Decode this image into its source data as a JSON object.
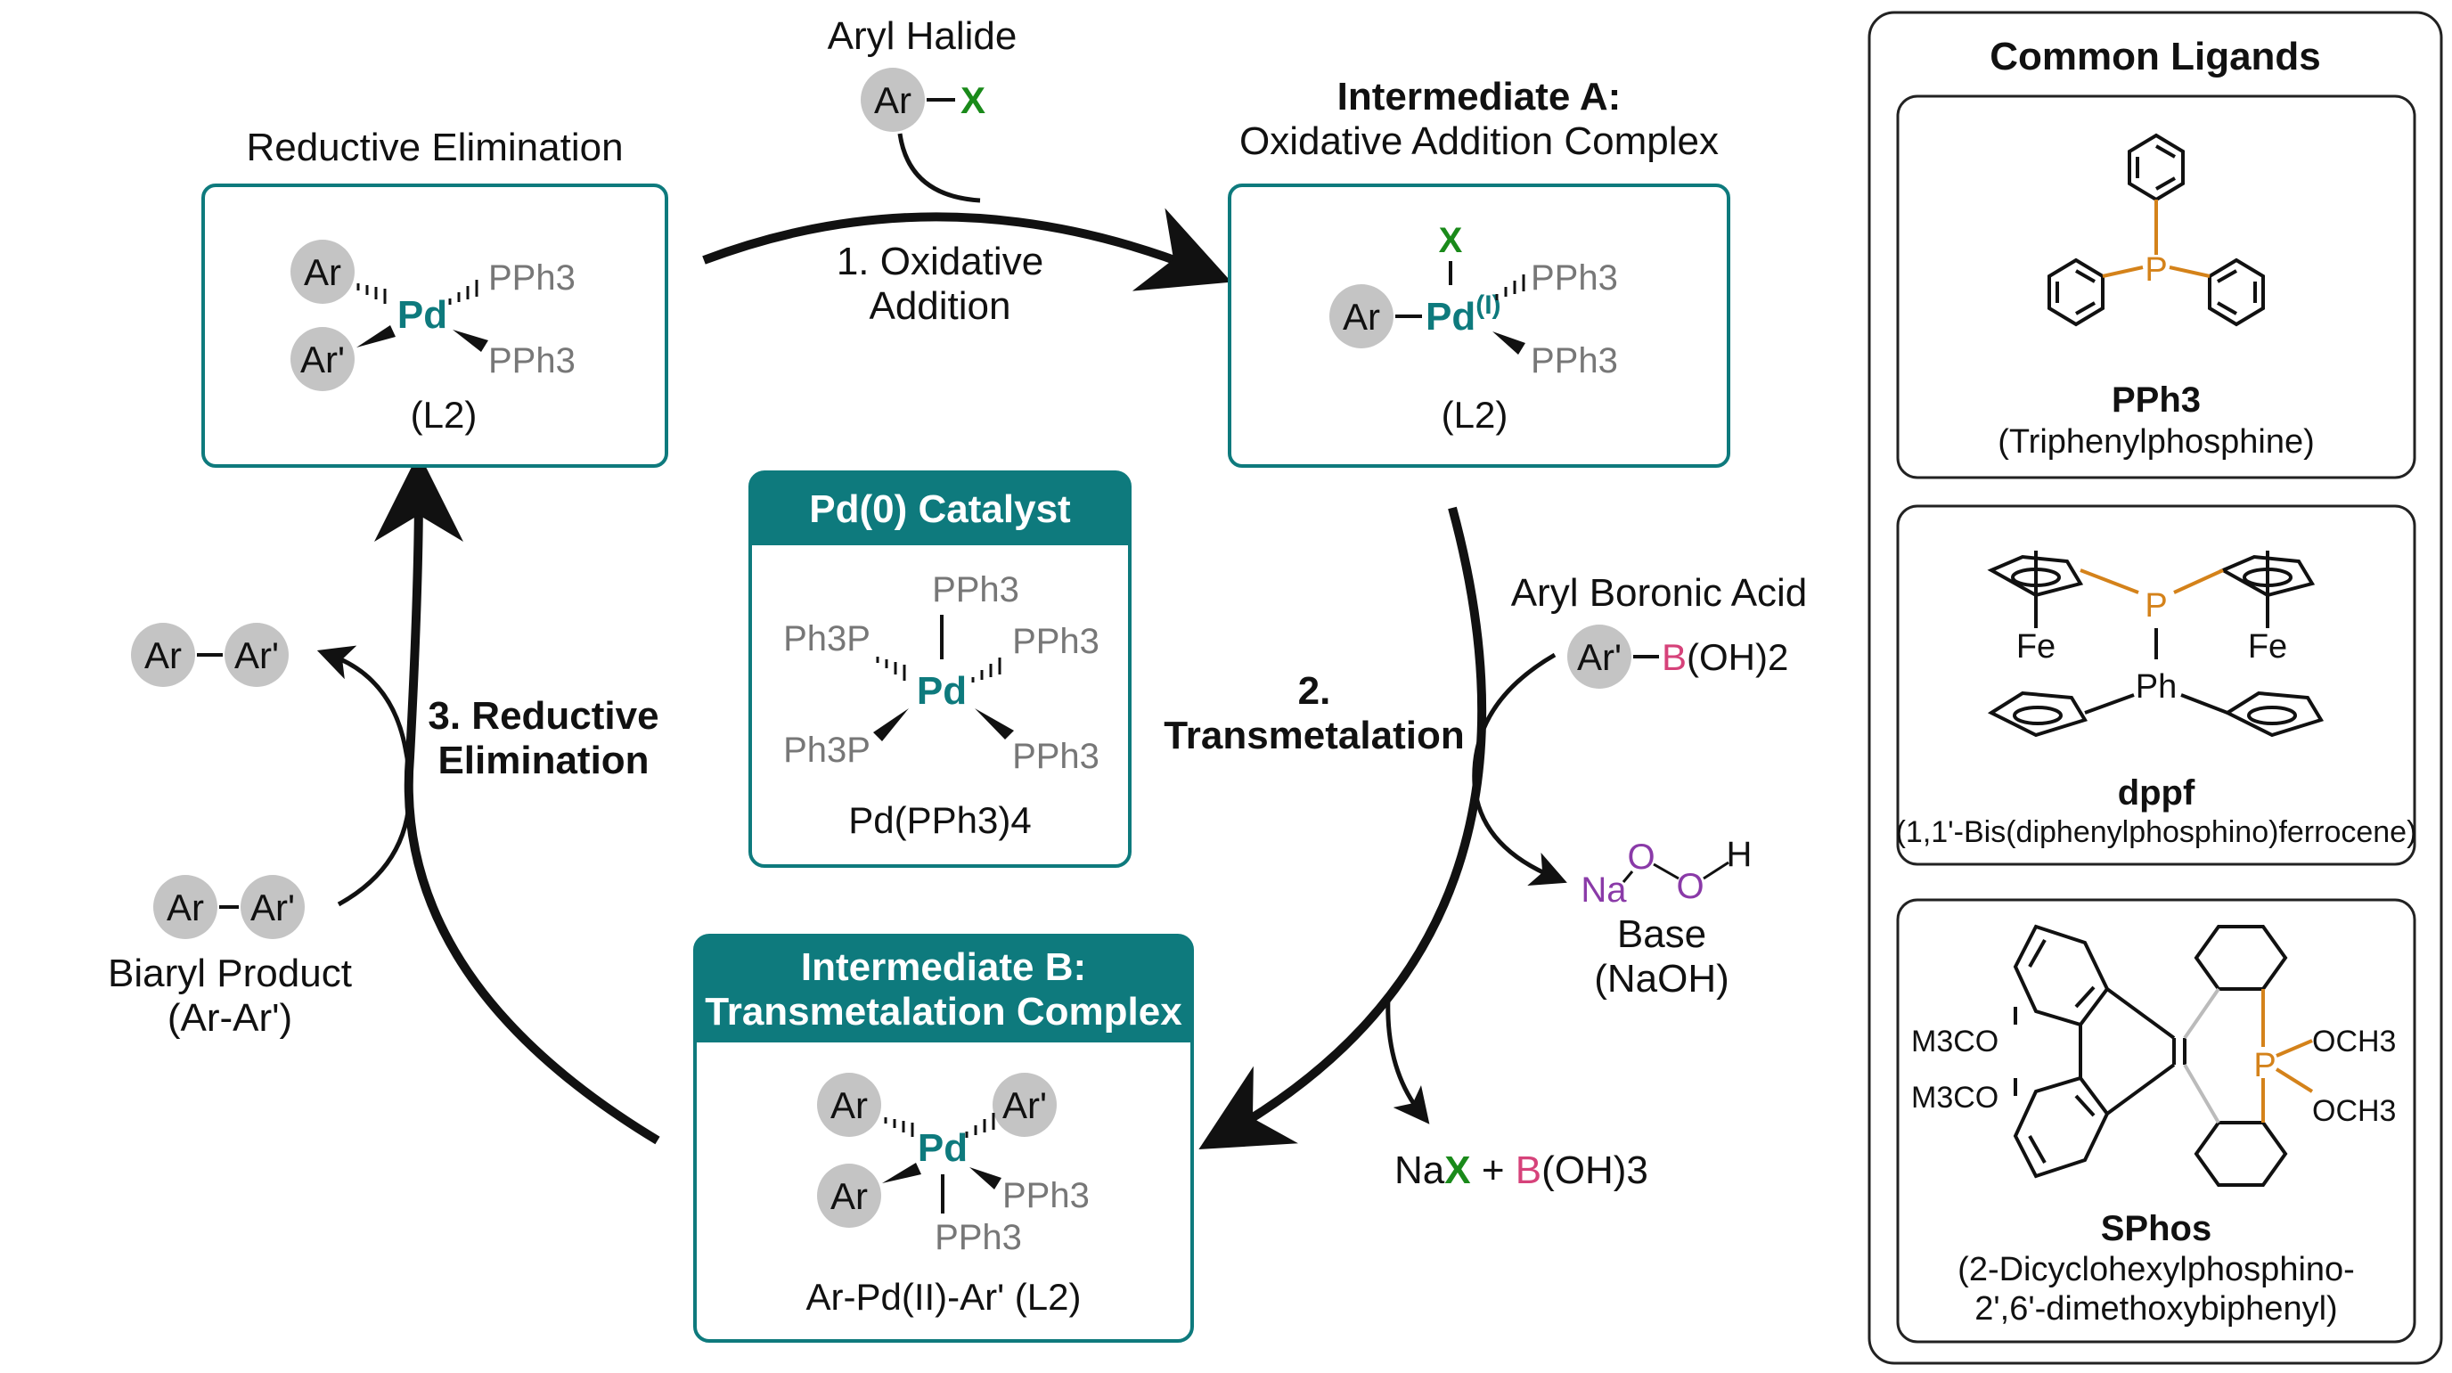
{
  "reductive_elimination_box": {
    "title": "Reductive Elimination",
    "ar": "Ar",
    "ar_prime": "Ar'",
    "metal": "Pd",
    "ligand1": "PPh3",
    "ligand2": "PPh3",
    "formula": "(L2)"
  },
  "aryl_halide": {
    "title": "Aryl Halide",
    "ar": "Ar",
    "x": "X"
  },
  "step1": {
    "line1": "1. Oxidative",
    "line2": "Addition"
  },
  "intermediate_a": {
    "title": "Intermediate A:",
    "subtitle": "Oxidative Addition Complex",
    "x": "X",
    "ar": "Ar",
    "metal": "Pd",
    "oxidation": "(I)",
    "ligand1": "PPh3",
    "ligand2": "PPh3",
    "formula": "(L2)"
  },
  "catalyst": {
    "header": "Pd(0) Catalyst",
    "metal": "Pd",
    "top": "PPh3",
    "upper_left": "Ph3P",
    "upper_right": "PPh3",
    "lower_left": "Ph3P",
    "lower_right": "PPh3",
    "formula": "Pd(PPh3)4"
  },
  "step2": {
    "line1": "2.",
    "line2": "Transmetalation"
  },
  "boronic_acid": {
    "title": "Aryl Boronic Acid",
    "ar_prime": "Ar'",
    "boron": "B",
    "rest": "(OH)2"
  },
  "base": {
    "na": "Na",
    "o1": "O",
    "o2": "O",
    "h": "H",
    "line1": "Base",
    "line2": "(NaOH)"
  },
  "byproduct": {
    "na": "Na",
    "x": "X",
    "plus": " + ",
    "boron": "B",
    "rest": "(OH)3"
  },
  "intermediate_b": {
    "header_line1": "Intermediate B:",
    "header_line2": "Transmetalation Complex",
    "ar1": "Ar",
    "ar2": "Ar",
    "ar_prime": "Ar'",
    "metal": "Pd",
    "ligand1": "PPh3",
    "ligand2": "PPh3",
    "formula": "Ar-Pd(II)-Ar' (L2)"
  },
  "step3": {
    "line1": "3. Reductive",
    "line2": "Elimination"
  },
  "product_top": {
    "ar": "Ar",
    "ar_prime": "Ar'"
  },
  "product": {
    "ar": "Ar",
    "ar_prime": "Ar'",
    "line1": "Biaryl Product",
    "line2": "(Ar-Ar')"
  },
  "ligands": {
    "title": "Common Ligands",
    "pph3": {
      "p": "P",
      "name": "PPh3",
      "desc": "(Triphenylphosphine)"
    },
    "dppf": {
      "p": "P",
      "fe1": "Fe",
      "fe2": "Fe",
      "ph": "Ph",
      "name": "dppf",
      "desc": "(1,1'-Bis(diphenylphosphino)ferrocene)"
    },
    "sphos": {
      "p": "P",
      "m3co1": "M3CO",
      "m3co2": "M3CO",
      "och3_1": "OCH3",
      "och3_2": "OCH3",
      "name": "SPhos",
      "desc_line1": "(2-Dicyclohexylphosphino-",
      "desc_line2": "2',6'-dimethoxybiphenyl)"
    }
  },
  "colors": {
    "teal": "#0e7a7d",
    "green": "#1a8a1a",
    "pink": "#d6427a",
    "purple": "#8a3aa8",
    "orange": "#d4821a",
    "gray_circle": "#c4c4c4",
    "gray_text": "#777777"
  }
}
